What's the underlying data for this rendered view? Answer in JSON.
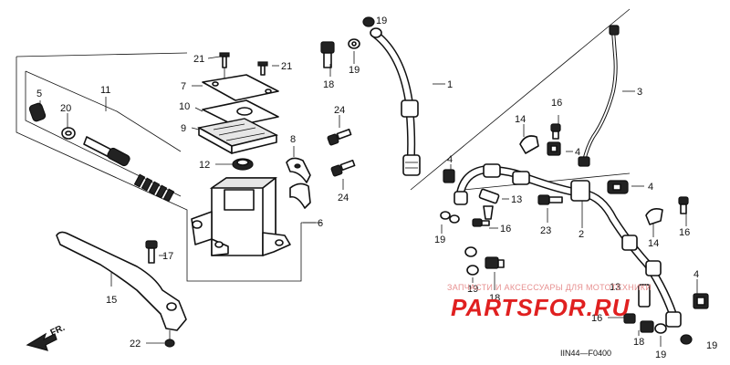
{
  "labels": {
    "n1": "1",
    "n2": "2",
    "n3": "3",
    "n4a": "4",
    "n4b": "4",
    "n4c": "4",
    "n4d": "4",
    "n5": "5",
    "n6": "6",
    "n7": "7",
    "n8": "8",
    "n9": "9",
    "n10": "10",
    "n11": "11",
    "n12": "12",
    "n13a": "13",
    "n13b": "13",
    "n14a": "14",
    "n14b": "14",
    "n15": "15",
    "n16a": "16",
    "n16b": "16",
    "n16c": "16",
    "n16d": "16",
    "n17": "17",
    "n18a": "18",
    "n18b": "18",
    "n18c": "18",
    "n19a": "19",
    "n19b": "19",
    "n19c": "19",
    "n19d": "19",
    "n19e": "19",
    "n19f": "19",
    "n20": "20",
    "n21a": "21",
    "n21b": "21",
    "n22": "22",
    "n23": "23",
    "n24a": "24",
    "n24b": "24"
  },
  "diagram_code": "IIN44—F0400",
  "front_marker": "FR.",
  "watermark": {
    "tagline": "ЗАПЧАСТИ И АКСЕССУАРЫ ДЛЯ МОТОТЕХНИКИ",
    "logo": "PARTSFOR.RU",
    "color": "#e02020"
  }
}
